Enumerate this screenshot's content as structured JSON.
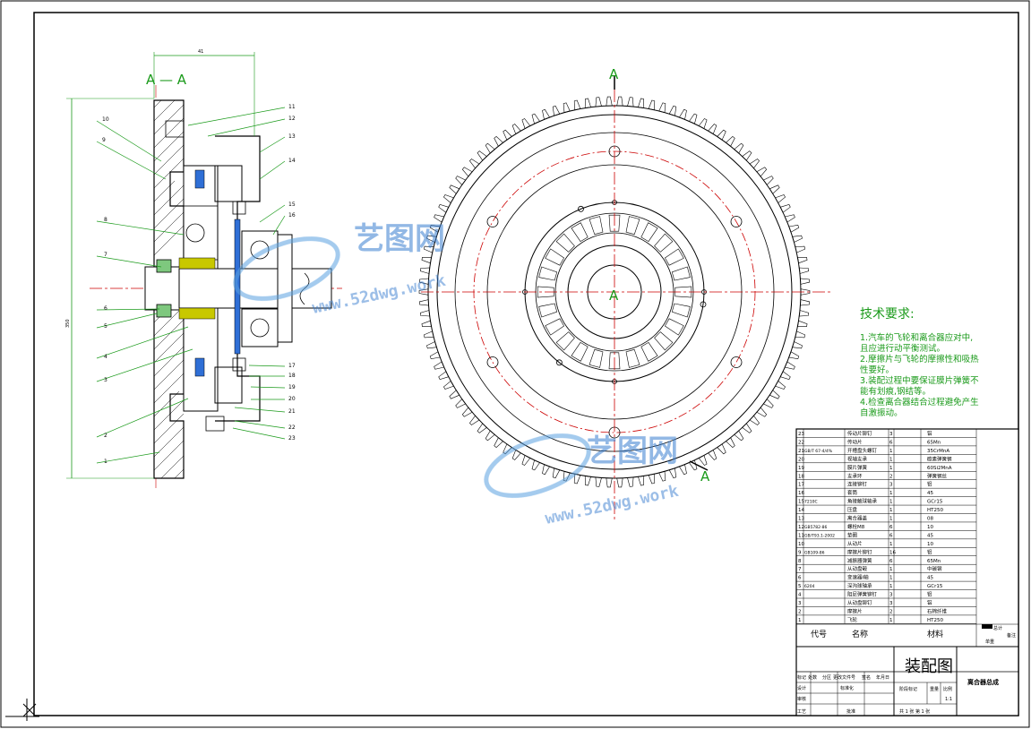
{
  "section_label": "A — A",
  "section_marks": [
    "A",
    "A",
    "A"
  ],
  "dimensions": {
    "width": "41",
    "height": "350"
  },
  "leaders_left": [
    "10",
    "9",
    "8",
    "7",
    "6",
    "5",
    "4",
    "3",
    "2",
    "1"
  ],
  "leaders_right": [
    "11",
    "12",
    "13",
    "14",
    "15",
    "16",
    "17",
    "18",
    "19",
    "20",
    "21",
    "22",
    "23"
  ],
  "watermark": {
    "brand": "艺图网",
    "url": "www.52dwg.work"
  },
  "tech_requirements": {
    "title": "技术要求:",
    "lines": [
      "1.汽车的飞轮和离合器应对中,",
      "且应进行动平衡测试。",
      "2.摩擦片与飞轮的摩擦性和吸热",
      "性要好。",
      "3.装配过程中要保证膜片弹簧不",
      "能有划痕,钢结等。",
      "4.检查离合器结合过程避免产生",
      "自激振动。"
    ]
  },
  "bom": {
    "rows": [
      {
        "no": "23",
        "code": "",
        "name": "传动片铆钉",
        "qty": "3",
        "material": "铝"
      },
      {
        "no": "22",
        "code": "",
        "name": "传动片",
        "qty": "6",
        "material": "65Mn"
      },
      {
        "no": "21",
        "code": "GB/T 67-4/4%",
        "name": "开槽盘头螺钉",
        "qty": "1",
        "material": "35CrMnA"
      },
      {
        "no": "20",
        "code": "",
        "name": "视轴支承",
        "qty": "1",
        "material": "碳素弹簧钢"
      },
      {
        "no": "19",
        "code": "",
        "name": "膜片弹簧",
        "qty": "1",
        "material": "60Si2MnA"
      },
      {
        "no": "18",
        "code": "",
        "name": "支承环",
        "qty": "2",
        "material": "弹簧钢丝"
      },
      {
        "no": "17",
        "code": "",
        "name": "连接铆钉",
        "qty": "3",
        "material": "铝"
      },
      {
        "no": "16",
        "code": "",
        "name": "套筒",
        "qty": "1",
        "material": "45"
      },
      {
        "no": "15",
        "code": "7210C",
        "name": "角接触球轴承",
        "qty": "1",
        "material": "GCr15"
      },
      {
        "no": "14",
        "code": "",
        "name": "压盘",
        "qty": "1",
        "material": "HT250"
      },
      {
        "no": "13",
        "code": "",
        "name": "离合器盖",
        "qty": "1",
        "material": "08"
      },
      {
        "no": "12",
        "code": "GB5782-86",
        "name": "螺栓M8",
        "qty": "6",
        "material": "10"
      },
      {
        "no": "11",
        "code": "GB/T93.1-2002",
        "name": "垫圈",
        "qty": "6",
        "material": "45"
      },
      {
        "no": "10",
        "code": "",
        "name": "从动片",
        "qty": "1",
        "material": "10"
      },
      {
        "no": "9",
        "code": "GB109-86",
        "name": "摩擦片铆钉",
        "qty": "16",
        "material": "铝"
      },
      {
        "no": "8",
        "code": "",
        "name": "减振器弹簧",
        "qty": "6",
        "material": "65Mn"
      },
      {
        "no": "7",
        "code": "",
        "name": "从动盘毂",
        "qty": "1",
        "material": "中碳钢"
      },
      {
        "no": "6",
        "code": "",
        "name": "变速器I轴",
        "qty": "1",
        "material": "45"
      },
      {
        "no": "5",
        "code": "6204",
        "name": "深沟球轴承",
        "qty": "1",
        "material": "GCr15"
      },
      {
        "no": "4",
        "code": "",
        "name": "阻尼弹簧铆钉",
        "qty": "3",
        "material": "铝"
      },
      {
        "no": "3",
        "code": "",
        "name": "从动盘铆钉",
        "qty": "3",
        "material": "铝"
      },
      {
        "no": "2",
        "code": "",
        "name": "摩擦片",
        "qty": "2",
        "material": "石棉纤维"
      },
      {
        "no": "1",
        "code": "",
        "name": "飞轮",
        "qty": "1",
        "material": "HT250"
      }
    ],
    "header": {
      "code": "代号",
      "name": "名称",
      "material": "材料",
      "total": "总计",
      "note": "备注",
      "unit_weight": "单重"
    }
  },
  "title_block": {
    "drawing_name": "装配图",
    "product": "离合器总成",
    "rev_headers": [
      "标记",
      "处数",
      "分区",
      "更改文件号",
      "签名",
      "年月日"
    ],
    "roles": [
      "设计",
      "",
      "审核",
      "",
      "工艺"
    ],
    "standardization": "标准化",
    "approve": "批准",
    "stage_label": "阶段标记",
    "weight_label": "重量",
    "scale_label": "比例",
    "scale": "1:1",
    "sheets": "共 1 张 第 1 张"
  },
  "colors": {
    "line": "#000000",
    "center": "#cc0000",
    "green": "#1a9a1a",
    "blue": "#2f6fd6",
    "yellow": "#c8c800"
  }
}
